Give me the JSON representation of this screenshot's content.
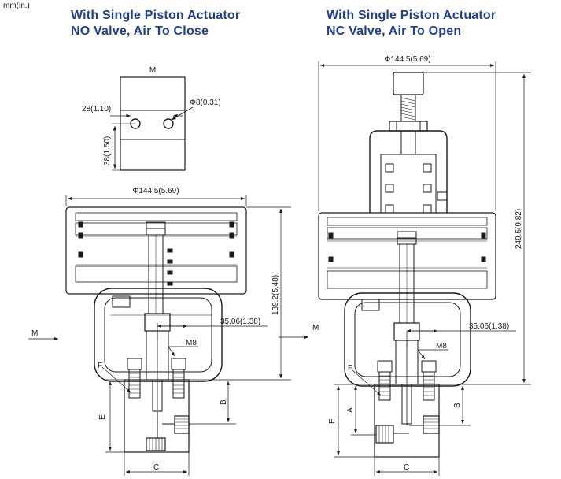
{
  "units": "mm(in.)",
  "left": {
    "title_line1": "With Single Piston Actuator",
    "title_line2": "NO Valve, Air To Close",
    "port_view_label": "M",
    "port_spacing": "28(1.10)",
    "port_diameter": "Φ8(0.31)",
    "port_height": "38(1.50)",
    "diameter": "Φ144.5(5.69)",
    "height": "139.2(5.48)",
    "offset": "35.06(1.38)",
    "thread": "M8",
    "view_arrow_label": "M",
    "label_f": "F",
    "label_e": "E",
    "label_b": "B",
    "label_c": "C"
  },
  "right": {
    "title_line1": "With Single Piston Actuator",
    "title_line2": "NC Valve, Air To Open",
    "diameter": "Φ144.5(5.69)",
    "height": "249.5(9.82)",
    "offset": "35.06(1.38)",
    "thread": "M8",
    "view_arrow_label": "M",
    "label_f": "F",
    "label_e": "E",
    "label_a": "A",
    "label_b": "B",
    "label_c": "C"
  }
}
